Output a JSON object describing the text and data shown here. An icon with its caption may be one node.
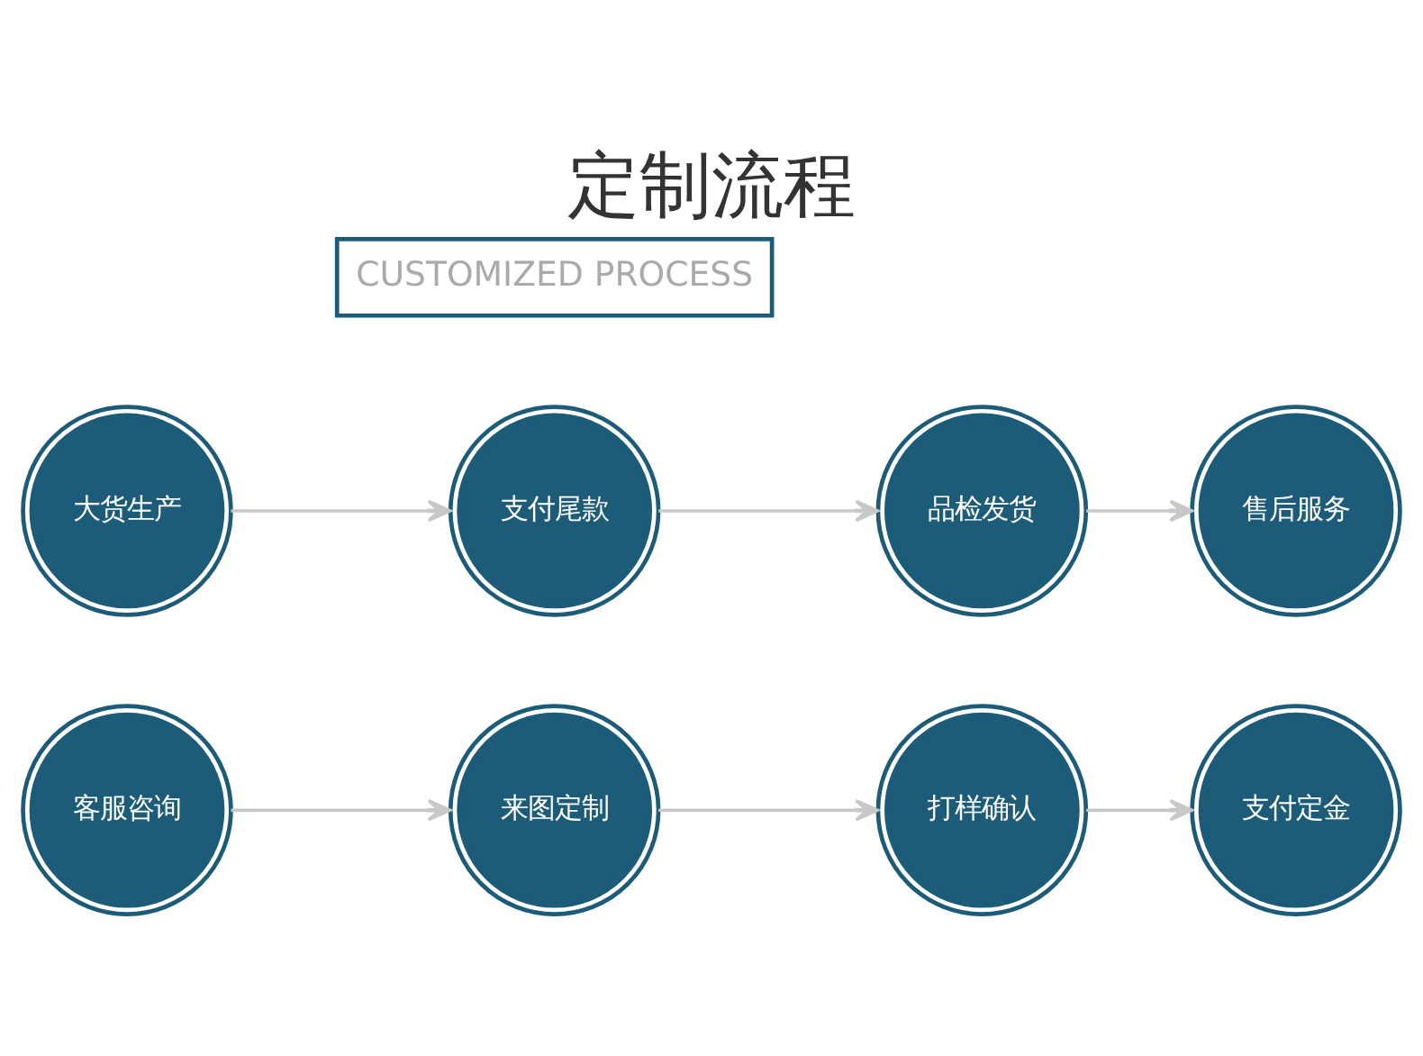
{
  "diagram": {
    "title": "定制流程",
    "nodes": [
      {
        "text": [
          "客服咨询"
        ]
      },
      {
        "text": [
          "来图定制"
        ]
      },
      {
        "text": [
          "打样确认"
        ]
      },
      {
        "text": [
          "支付定金"
        ]
      },
      {
        "text": [
          "大货生产"
        ]
      },
      {
        "text": [
          "支付尾款"
        ]
      },
      {
        "text": [
          "品检发货"
        ]
      },
      {
        "text": [
          "售后服务"
        ]
      }
    ],
    "edges": [
      {
        "from": 0,
        "to": 1,
        "arrow": "to"
      },
      {
        "from": 1,
        "to": 2,
        "arrow": "to"
      },
      {
        "from": 2,
        "to": 3,
        "arrow": "to"
      },
      {
        "from": 4,
        "to": 5,
        "arrow": "to"
      },
      {
        "from": 5,
        "to": 6,
        "arrow": "to"
      },
      {
        "from": 6,
        "to": 7,
        "arrow": "to"
      }
    ],
    "labels": [
      "CUSTOMIZED PROCESS"
    ]
  }
}
